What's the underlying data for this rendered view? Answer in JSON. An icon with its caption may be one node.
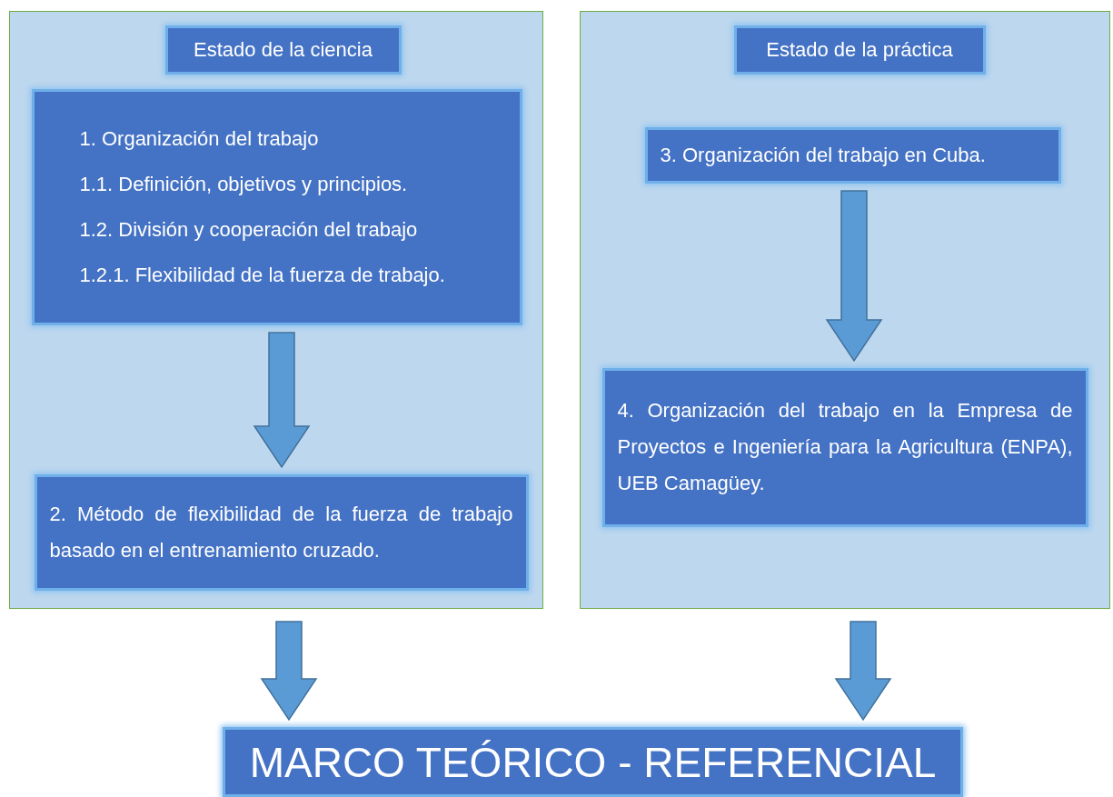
{
  "diagram": {
    "nodes": [
      {
        "text": [],
        "shape": "box"
      },
      {
        "text": [
          "Estado de la ciencia"
        ],
        "in": 0
      },
      {
        "text": [
          "1.  Organización del trabajo",
          "1.1. Definición, objetivos y principios.",
          "1.2. División y cooperación del trabajo",
          "1.2.1. Flexibilidad de la fuerza de trabajo."
        ],
        "in": 0
      },
      {
        "text": [
          "2.  Método de flexibilidad de la fuerza de trabajo basado en el entrenamiento cruzado."
        ],
        "in": 0
      },
      {
        "text": [],
        "shape": "box"
      },
      {
        "text": [
          "Estado de la práctica"
        ],
        "in": 4
      },
      {
        "text": [
          "3.  Organización del trabajo en Cuba."
        ],
        "in": 4
      },
      {
        "text": [
          "4.  Organización del trabajo en la Empresa de Proyectos e Ingeniería para la Agricultura (ENPA), UEB Camagüey."
        ],
        "in": 4
      },
      {
        "text": [
          "MARCO TEÓRICO - REFERENCIAL"
        ]
      }
    ],
    "edges": [
      {
        "from": 2,
        "to": 3,
        "arrow": "to"
      },
      {
        "from": 6,
        "to": 7,
        "arrow": "to"
      },
      {
        "from": 0,
        "to": 8,
        "arrow": "to"
      },
      {
        "from": 4,
        "to": 8,
        "arrow": "to"
      }
    ]
  }
}
